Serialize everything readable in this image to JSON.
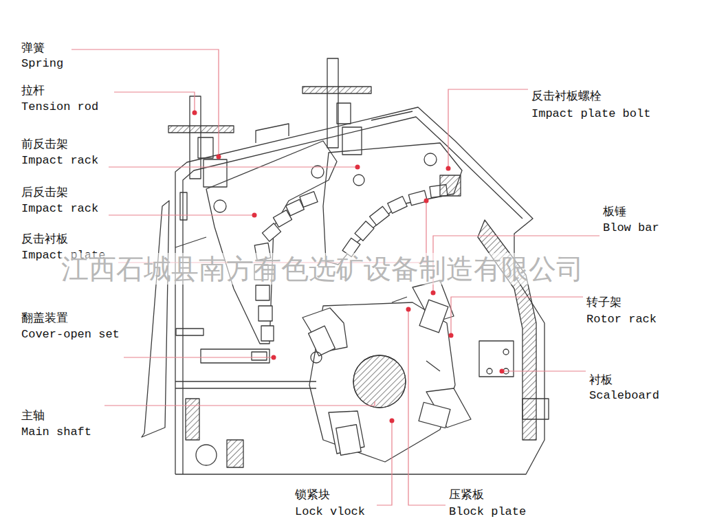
{
  "diagram": {
    "labels": [
      "弹簧",
      "Spring",
      "拉杆",
      "Tension rod",
      "前反击架",
      "Impact rack",
      "后反击架",
      "Impact rack",
      "反击衬板",
      "Impact plate",
      "江西石城县南方有色选矿设备制造有限公司",
      "翻盖装置",
      "Cover-open set",
      "主轴",
      "Main shaft",
      "反击衬板螺栓",
      "Impact plate bolt",
      "板锤",
      "Blow bar",
      "转子架",
      "Rotor rack",
      "衬板",
      "Scaleboard",
      "锁紧块",
      "Lock vlock",
      "压紧板",
      "Block plate"
    ]
  }
}
